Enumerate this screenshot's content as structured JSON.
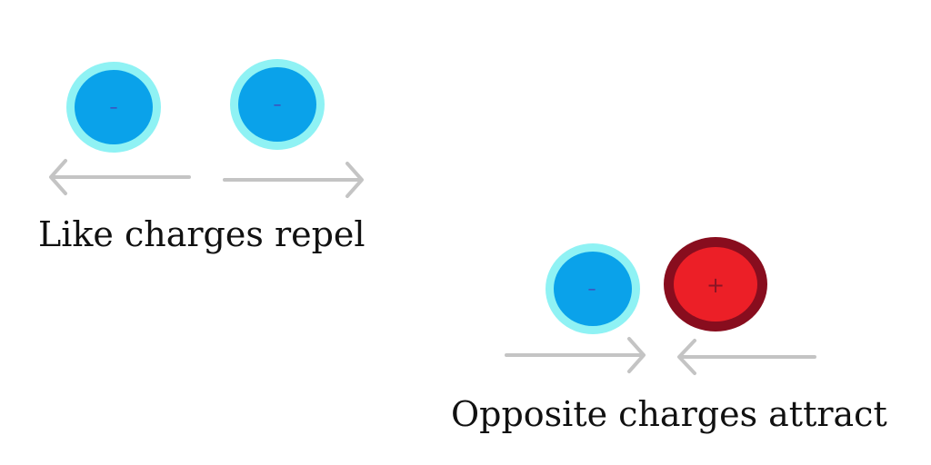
{
  "colors": {
    "negative_fill": "#0aa2ea",
    "negative_ring": "#8ff2f4",
    "negative_sign": "#4b3fb2",
    "positive_fill": "#ec1f27",
    "positive_ring": "#880d1e",
    "positive_sign": "#8a1525",
    "arrow": "#c4c4c4",
    "text": "#111111"
  },
  "repel_panel": {
    "caption": "Like charges repel",
    "left_charge": {
      "sign": "–",
      "type": "negative"
    },
    "right_charge": {
      "sign": "–",
      "type": "negative"
    }
  },
  "attract_panel": {
    "caption": "Opposite charges attract",
    "left_charge": {
      "sign": "–",
      "type": "negative"
    },
    "right_charge": {
      "sign": "+",
      "type": "positive"
    }
  }
}
